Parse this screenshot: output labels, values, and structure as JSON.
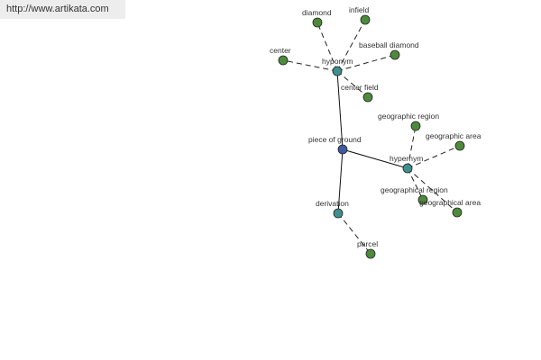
{
  "header": {
    "url": "http://www.artikata.com"
  },
  "colors": {
    "root": "#3d5aa0",
    "relation": "#3f8f8f",
    "leaf": "#4e8a3c",
    "outline": "#222222"
  },
  "graph": {
    "nodes": [
      {
        "id": "piece-of-ground",
        "label": "piece of ground",
        "kind": "root"
      },
      {
        "id": "hyponym",
        "label": "hyponym",
        "kind": "relation"
      },
      {
        "id": "hypernym",
        "label": "hypernym",
        "kind": "relation"
      },
      {
        "id": "derivation",
        "label": "derivation",
        "kind": "relation"
      },
      {
        "id": "diamond",
        "label": "diamond",
        "kind": "leaf"
      },
      {
        "id": "infield",
        "label": "infield",
        "kind": "leaf"
      },
      {
        "id": "baseball-diamond",
        "label": "baseball diamond",
        "kind": "leaf"
      },
      {
        "id": "center",
        "label": "center",
        "kind": "leaf"
      },
      {
        "id": "center-field",
        "label": "center field",
        "kind": "leaf"
      },
      {
        "id": "geographic-region",
        "label": "geographic region",
        "kind": "leaf"
      },
      {
        "id": "geographic-area",
        "label": "geographic area",
        "kind": "leaf"
      },
      {
        "id": "geographical-region",
        "label": "geographical region",
        "kind": "leaf"
      },
      {
        "id": "geographical-area",
        "label": "geographical area",
        "kind": "leaf"
      },
      {
        "id": "parcel",
        "label": "parcel",
        "kind": "leaf"
      }
    ],
    "edges": [
      {
        "from": "piece-of-ground",
        "to": "hyponym",
        "style": "solid"
      },
      {
        "from": "piece-of-ground",
        "to": "hypernym",
        "style": "solid"
      },
      {
        "from": "piece-of-ground",
        "to": "derivation",
        "style": "solid"
      },
      {
        "from": "hyponym",
        "to": "diamond",
        "style": "dashed"
      },
      {
        "from": "hyponym",
        "to": "infield",
        "style": "dashed"
      },
      {
        "from": "hyponym",
        "to": "baseball-diamond",
        "style": "dashed"
      },
      {
        "from": "hyponym",
        "to": "center",
        "style": "dashed"
      },
      {
        "from": "hyponym",
        "to": "center-field",
        "style": "dashed"
      },
      {
        "from": "hypernym",
        "to": "geographic-region",
        "style": "dashed"
      },
      {
        "from": "hypernym",
        "to": "geographic-area",
        "style": "dashed"
      },
      {
        "from": "hypernym",
        "to": "geographical-region",
        "style": "dashed"
      },
      {
        "from": "hypernym",
        "to": "geographical-area",
        "style": "dashed"
      },
      {
        "from": "derivation",
        "to": "parcel",
        "style": "dashed"
      }
    ]
  }
}
